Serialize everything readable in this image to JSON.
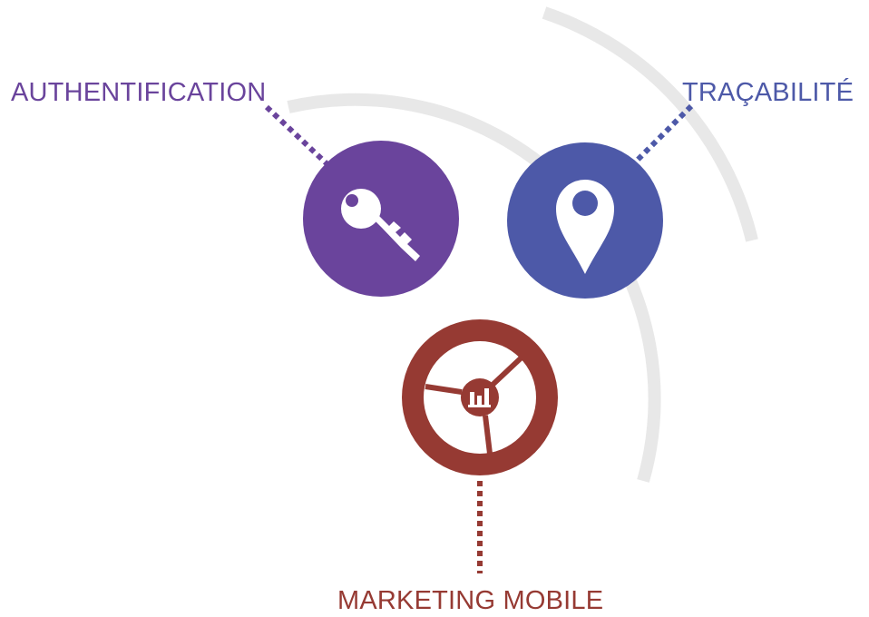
{
  "labels": {
    "authentication": "AUTHENTIFICATION",
    "tracability": "TRAÇABILITÉ",
    "marketing": "MARKETING MOBILE"
  },
  "colors": {
    "authentication": "#6a449c",
    "tracability": "#4d59a8",
    "marketing": "#963a33",
    "arc": "#e8e8e8",
    "icon": "#ffffff"
  },
  "icons": {
    "authentication": "key-icon",
    "tracability": "map-pin-icon",
    "marketing": "analytics-donut-icon"
  }
}
